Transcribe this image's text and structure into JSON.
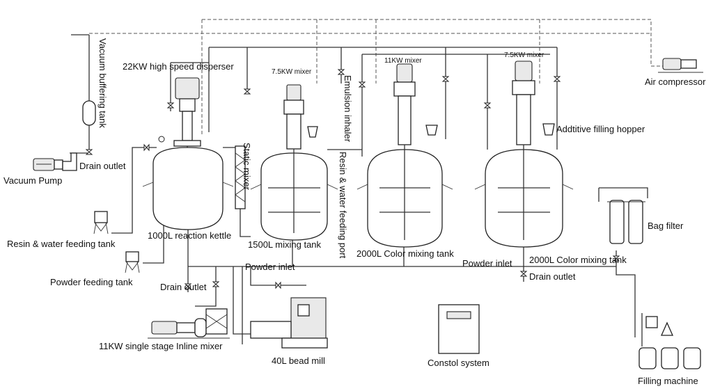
{
  "labels": {
    "vacuum_buffering_tank": "Vacuum buffering tank",
    "vacuum_pump": "Vacuum Pump",
    "drain_outlet_vacuum": "Drain outlet",
    "disperser": "22KW high speed disperser",
    "reaction_kettle": "1000L reaction kettle",
    "static_mixer": "Static mixer",
    "mixer_1500_motor": "7.5KW mixer",
    "mixing_tank_1500": "1500L mixing tank",
    "emulsion_inhaler": "Emulsion inhaler",
    "resin_water_feeding_port": "Resin & water feeding port",
    "mixer_2000a_motor": "11KW mixer",
    "color_mixing_tank_a": "2000L  Color mixing tank",
    "mixer_2000b_motor": "7.5KW mixer",
    "color_mixing_tank_b": "2000L  Color mixing tank",
    "additive_filling_hopper": "Addtitive filling hopper",
    "air_compressor": "Air compressor",
    "bag_filter": "Bag filter",
    "resin_water_feeding_tank": "Resin & water feeding tank",
    "powder_feeding_tank": "Powder feeding tank",
    "drain_outlet_kettle": "Drain outlet",
    "powder_inlet_1": "Powder inlet",
    "powder_inlet_2": "Powder inlet",
    "drain_outlet_color": "Drain outlet",
    "inline_mixer": "11KW single stage Inline mixer",
    "bead_mill": "40L bead mill",
    "control_system": "Constol system",
    "filling_machine": "Filling machine"
  }
}
